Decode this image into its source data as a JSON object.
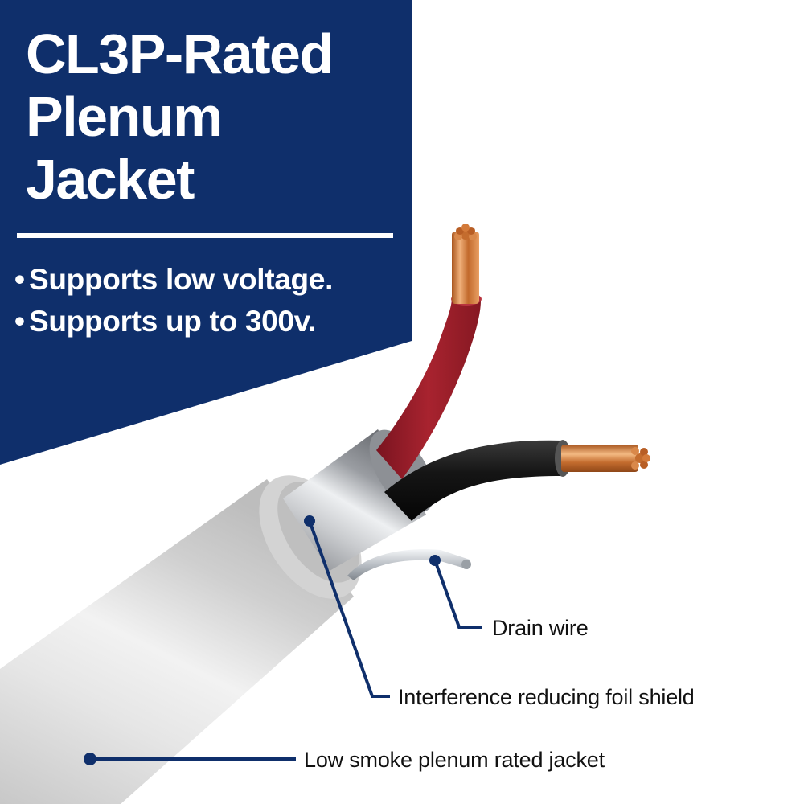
{
  "banner": {
    "background_color": "#0f2f6b",
    "headline_lines": [
      "CL3P-Rated",
      "Plenum",
      "Jacket"
    ],
    "bullets": [
      {
        "marker": "•",
        "text": "Supports low voltage."
      },
      {
        "marker": "•",
        "text": "Supports up to 300v."
      }
    ]
  },
  "product": {
    "components": [
      "outer jacket",
      "foil shield",
      "red conductor",
      "black conductor",
      "drain wire"
    ],
    "colors": {
      "jacket": "#d9d9d9",
      "foil": "#a9acb0",
      "red_insulation": "#9e1f2c",
      "black_insulation": "#1a1a1a",
      "copper": "#d9884a",
      "leader_line": "#0f2f6b"
    }
  },
  "callouts": [
    {
      "id": "drain-wire",
      "label": "Drain wire"
    },
    {
      "id": "foil-shield",
      "label": "Interference reducing foil shield"
    },
    {
      "id": "jacket",
      "label": "Low smoke plenum rated jacket"
    }
  ]
}
